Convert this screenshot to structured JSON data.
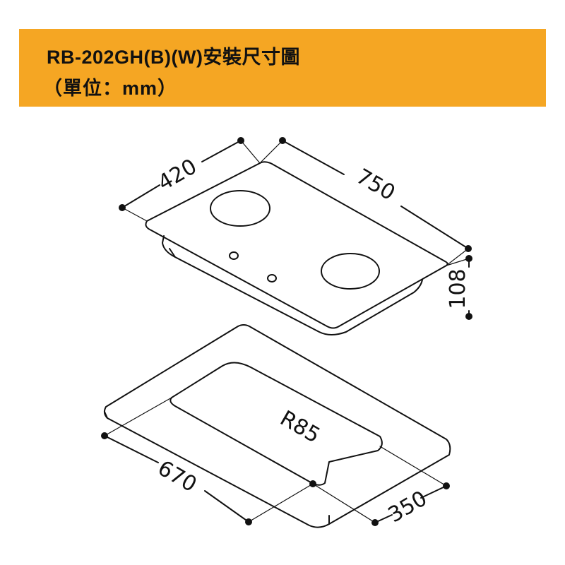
{
  "header": {
    "title": "RB-202GH(B)(W)安裝尺寸圖",
    "unit": "（單位：mm）"
  },
  "cooktop": {
    "width_label": "750",
    "depth_label": "420",
    "height_label": "108"
  },
  "cutout": {
    "width_label": "670",
    "depth_label": "350",
    "radius_label": "R85"
  },
  "colors": {
    "banner": "#f5a623",
    "line": "#111111"
  }
}
